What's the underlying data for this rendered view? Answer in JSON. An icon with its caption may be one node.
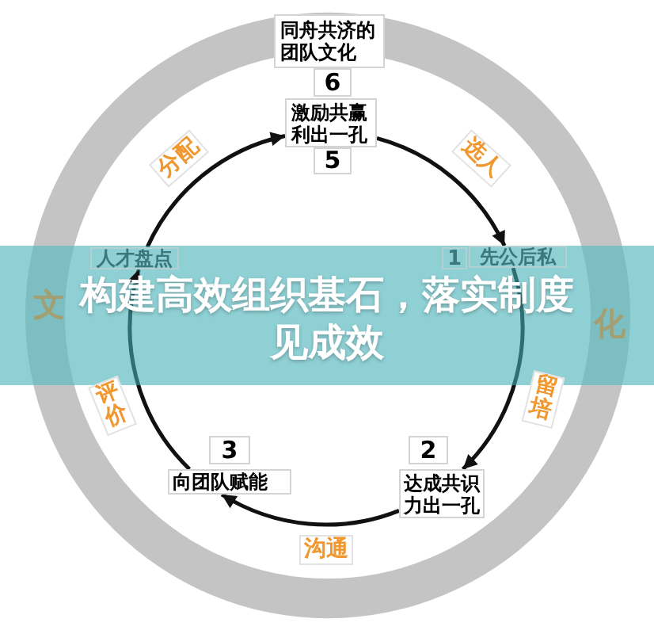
{
  "diagram": {
    "title": "构建高效组织基石，落实制度见成效",
    "nodes": [
      {
        "text": [
          "同舟共济的团队文化"
        ]
      },
      {
        "text": [
          "6"
        ]
      },
      {
        "text": [
          "激励共赢利出一孔"
        ]
      },
      {
        "text": [
          "5"
        ]
      },
      {
        "text": [
          "人才盘点"
        ]
      },
      {
        "text": [
          "1"
        ]
      },
      {
        "text": [
          "先公后私"
        ]
      },
      {
        "text": [
          "3"
        ]
      },
      {
        "text": [
          "2"
        ]
      },
      {
        "text": [
          "向团队赋能"
        ]
      },
      {
        "text": [
          "达成共识力出一孔"
        ]
      }
    ],
    "edges": [
      {
        "from": 4,
        "to": 2,
        "arrow": "to",
        "label": "分配"
      },
      {
        "from": 2,
        "to": 6,
        "arrow": "to",
        "label": "选人"
      },
      {
        "from": 6,
        "to": 10,
        "arrow": "to",
        "label": "留培"
      },
      {
        "from": 10,
        "to": 9,
        "arrow": "to",
        "label": "沟通"
      },
      {
        "from": 9,
        "to": 4,
        "arrow": "to",
        "label": "评价"
      }
    ],
    "labels": [
      "文",
      "化"
    ]
  }
}
